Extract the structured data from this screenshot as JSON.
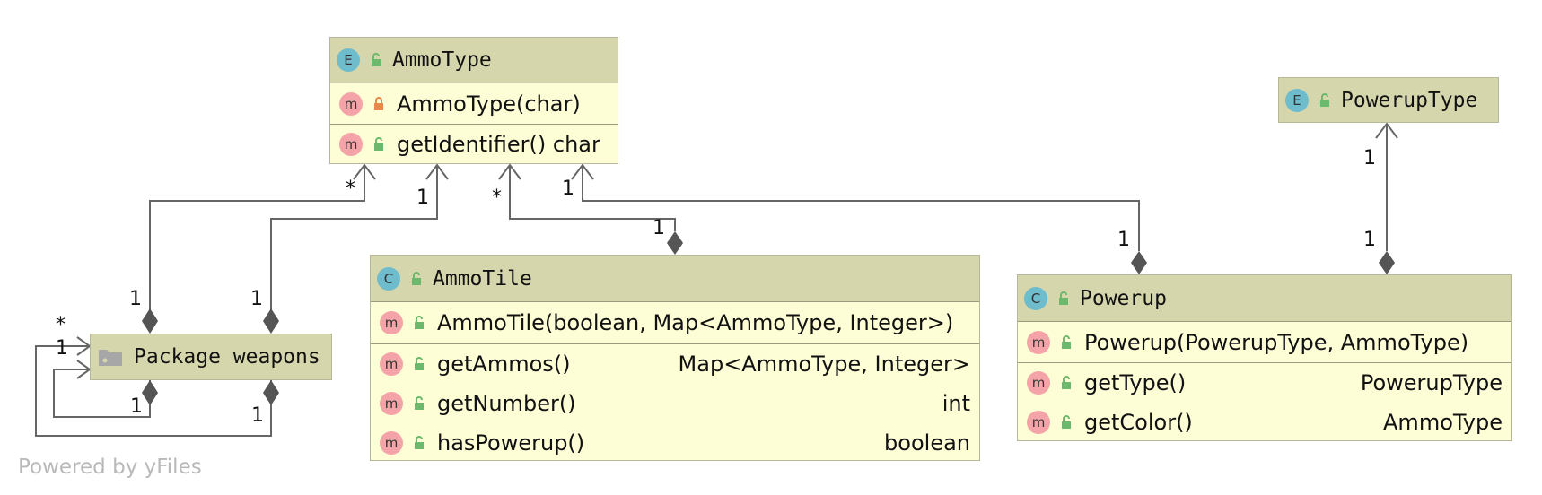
{
  "classes": {
    "ammotype": {
      "badge": "E",
      "name": "AmmoType",
      "members": [
        {
          "badge": "m",
          "name": "AmmoType(char)",
          "type": "",
          "visibility": "private-lock-icon"
        },
        {
          "badge": "m",
          "name": "getIdentifier() char",
          "type": "",
          "visibility": "public-lock-icon"
        }
      ]
    },
    "poweruptype": {
      "badge": "E",
      "name": "PowerupType"
    },
    "ammotile": {
      "badge": "C",
      "name": "AmmoTile",
      "constructor": {
        "badge": "m",
        "name": "AmmoTile(boolean, Map<AmmoType, Integer>)",
        "type": ""
      },
      "methods": [
        {
          "badge": "m",
          "name": "getAmmos()",
          "type": "Map<AmmoType, Integer>"
        },
        {
          "badge": "m",
          "name": "getNumber()",
          "type": "int"
        },
        {
          "badge": "m",
          "name": "hasPowerup()",
          "type": "boolean"
        }
      ]
    },
    "powerup": {
      "badge": "C",
      "name": "Powerup",
      "constructor": {
        "badge": "m",
        "name": "Powerup(PowerupType, AmmoType)",
        "type": ""
      },
      "methods": [
        {
          "badge": "m",
          "name": "getType()",
          "type": "PowerupType"
        },
        {
          "badge": "m",
          "name": "getColor()",
          "type": "AmmoType"
        }
      ]
    }
  },
  "package": {
    "name": "Package weapons",
    "icon": "folder-icon"
  },
  "edge_labels": {
    "pkg_ammo_a_src": "1",
    "pkg_ammo_a_dst": "*",
    "pkg_ammo_b_src": "1",
    "pkg_ammo_b_dst": "1",
    "tile_ammo_src": "1",
    "tile_ammo_dst": "*",
    "powerup_ammo_src": "1",
    "powerup_ammo_dst": "1",
    "powerup_type_src": "1",
    "powerup_type_dst": "1",
    "self_a_src": "1",
    "self_a_dst": "*",
    "self_b_src": "1",
    "self_b_dst": "1"
  },
  "watermark": "Powered by yFiles",
  "colors": {
    "header": "#d6d6ad",
    "body": "#fdfdd6",
    "class_badge": "#6fbccd",
    "method_badge": "#f4a4a8",
    "public_icon": "#6cb86c",
    "private_icon": "#e8894a",
    "edge": "#666666"
  }
}
